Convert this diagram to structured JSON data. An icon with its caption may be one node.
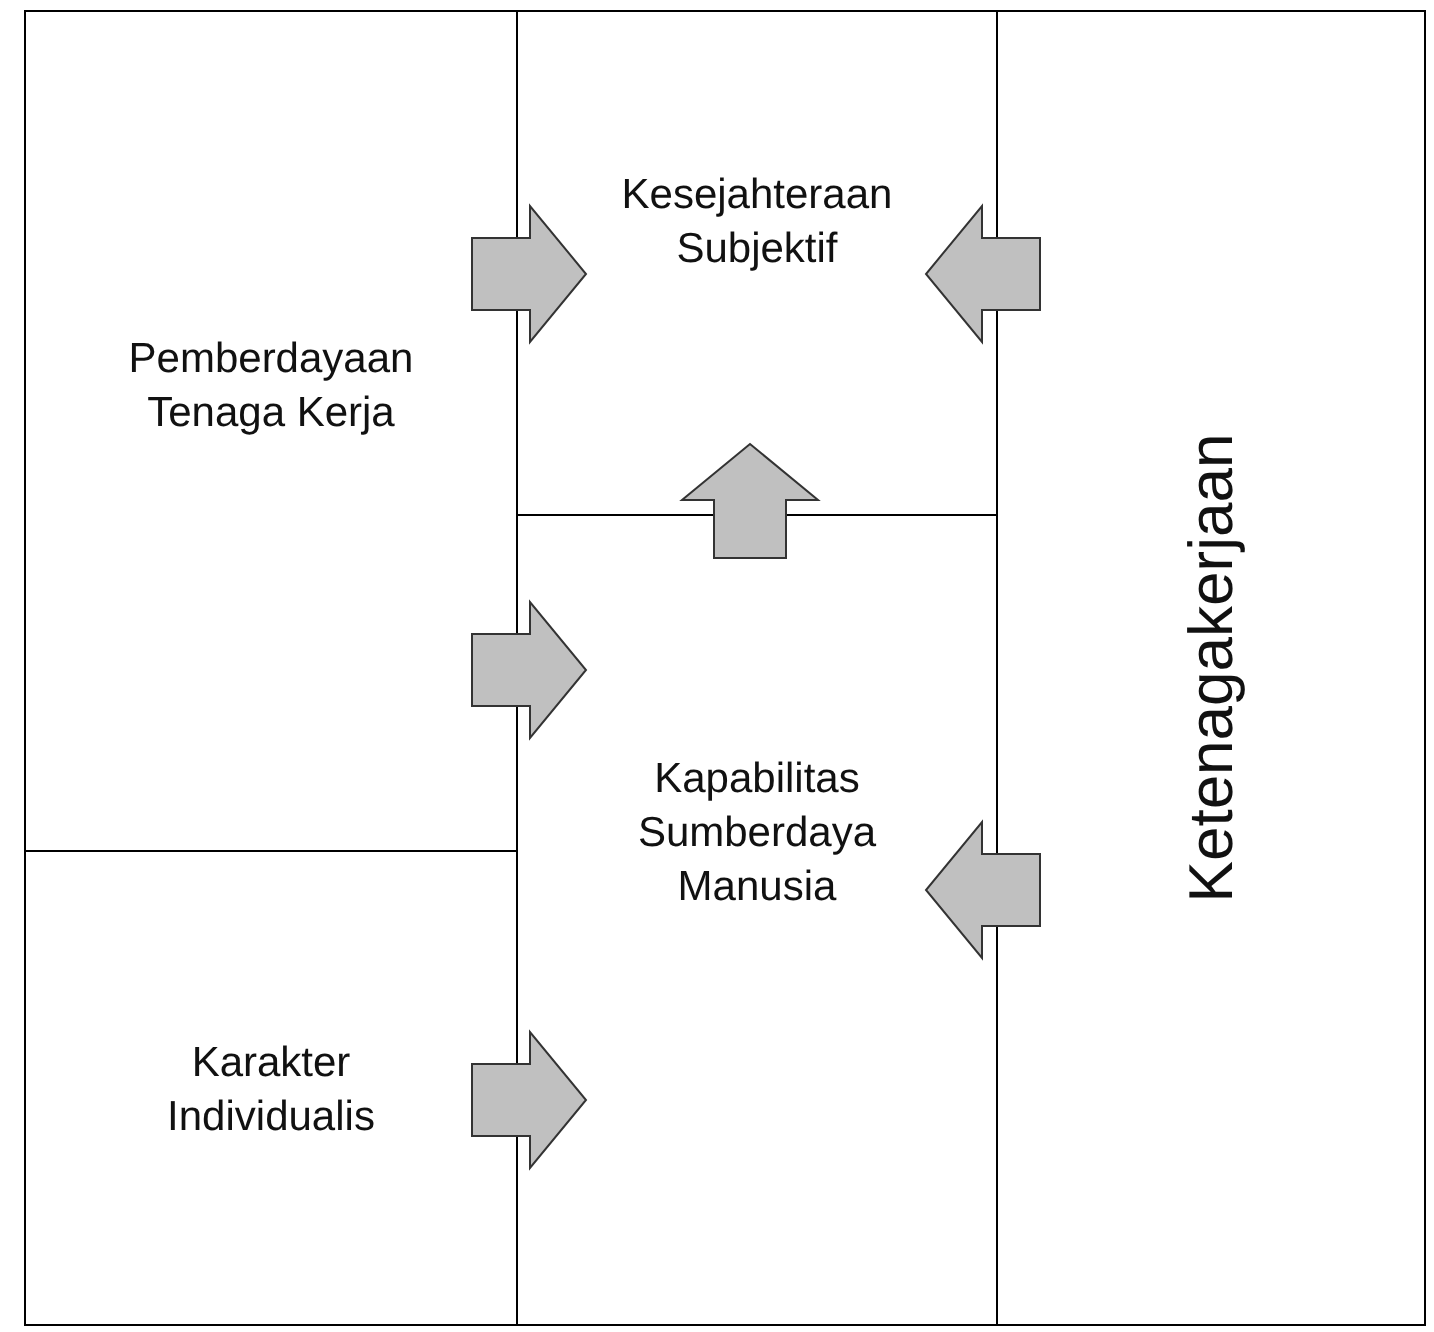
{
  "diagram": {
    "nodes": [
      {
        "text": [
          "Pemberdayaan Tenaga Kerja"
        ]
      },
      {
        "text": [
          "Karakter Individualis"
        ]
      },
      {
        "text": [
          "Kesejahteraan Subjektif"
        ]
      },
      {
        "text": [
          "Kapabilitas Sumberdaya Manusia"
        ]
      },
      {
        "text": [
          "Ketenagakerjaan"
        ]
      }
    ],
    "edges": [
      {
        "from": 0,
        "to": 2,
        "arrow": "to"
      },
      {
        "from": 4,
        "to": 2,
        "arrow": "to"
      },
      {
        "from": 3,
        "to": 2,
        "arrow": "to"
      },
      {
        "from": 0,
        "to": 3,
        "arrow": "to"
      },
      {
        "from": 4,
        "to": 3,
        "arrow": "to"
      },
      {
        "from": 1,
        "to": 3,
        "arrow": "to"
      }
    ]
  }
}
